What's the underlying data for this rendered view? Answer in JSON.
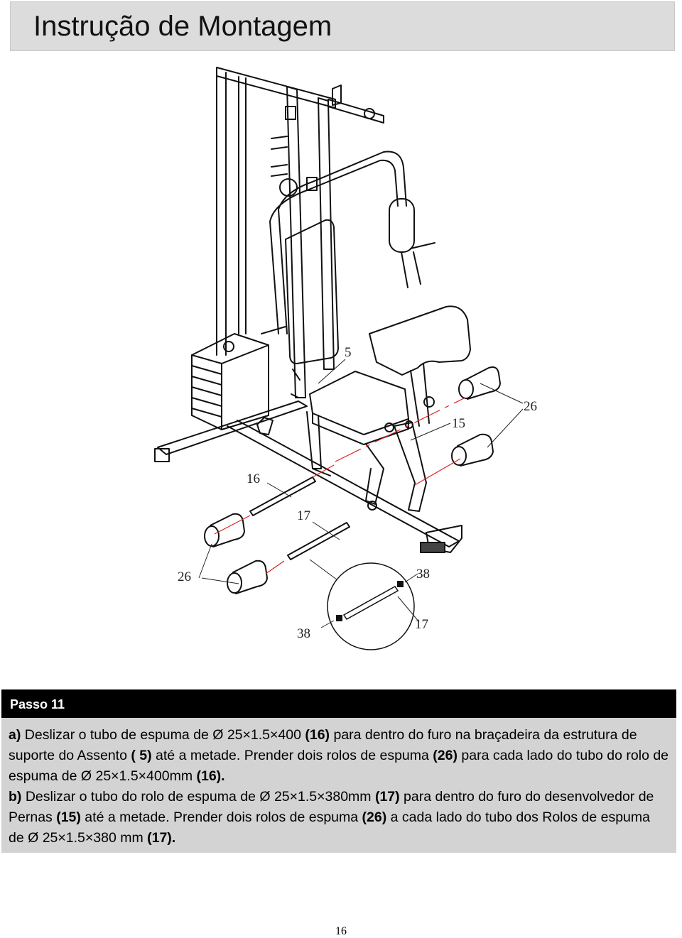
{
  "header": {
    "title": "Instrução de Montagem"
  },
  "diagram": {
    "callouts": {
      "seat": "5",
      "roller_right": "26",
      "leg_developer": "15",
      "tube_upper": "16",
      "tube_lower": "17",
      "roller_left": "26",
      "detail_cap_right": "38",
      "detail_cap_left": "38",
      "detail_tube": "17"
    }
  },
  "step": {
    "title": "Passo 11",
    "a_label": "a)",
    "a_text1": " Deslizar o tubo de espuma de Ø 25×1.5×400 ",
    "a_ref1": "(16)",
    "a_text2": " para dentro do furo na braçadeira da estrutura de suporte do Assento ",
    "a_ref2": "( 5)",
    "a_text3": " até a metade. Prender dois rolos de espuma ",
    "a_ref3": "(26)",
    "a_text4": " para cada lado do tubo do rolo de espuma de Ø 25×1.5×400mm ",
    "a_ref4": "(16).",
    "b_label": "b)",
    "b_text1": " Deslizar o tubo do rolo de espuma de Ø 25×1.5×380mm ",
    "b_ref1": "(17)",
    "b_text2": " para dentro do furo do desenvolvedor de Pernas ",
    "b_ref2": "(15)",
    "b_text3": " até a metade. Prender dois rolos de espuma ",
    "b_ref3": "(26)",
    "b_text4": " a cada lado do tubo dos Rolos de espuma de Ø 25×1.5×380 mm ",
    "b_ref4": "(17)."
  },
  "page_number": "16"
}
